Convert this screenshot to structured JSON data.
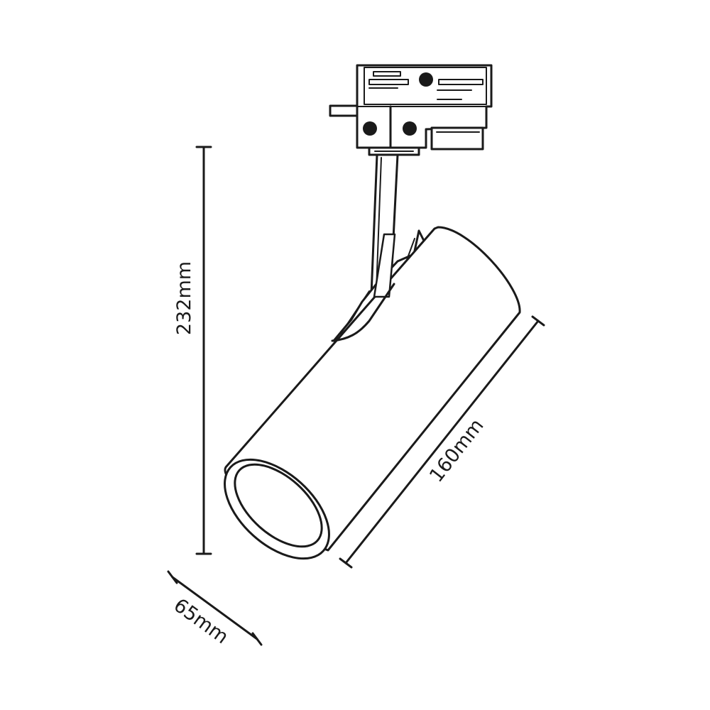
{
  "dimensions": {
    "height_label": "232mm",
    "length_label": "160mm",
    "diameter_label": "65mm"
  },
  "colors": {
    "line": "#1a1a1a",
    "background": "#ffffff"
  }
}
